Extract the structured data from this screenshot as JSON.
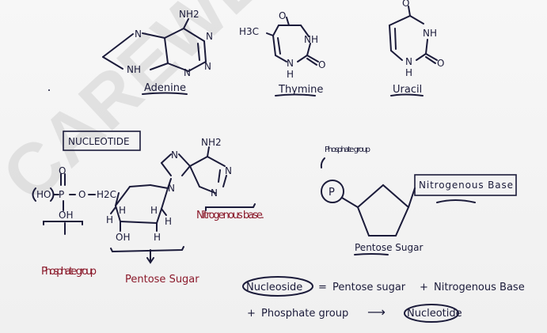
{
  "watermark": "CAREWELL",
  "labels": {
    "adenine": "Adenine",
    "thymine": "Thymine",
    "uracil": "Uracil",
    "nucleotide_box": "NUCLEOTIDE",
    "phosphate_group": "Phosphate group",
    "pentose_sugar": "Pentose Sugar",
    "nitrogenous_base": "Nitrogenous base.",
    "diagram_phosphate_group": "Phosphate group",
    "diagram_p": "P",
    "diagram_nitrogenous_base": "Nitrogenous Base",
    "diagram_pentose_sugar": "Pentose Sugar"
  },
  "atoms": {
    "nh2": "NH2",
    "n": "N",
    "nh": "NH",
    "h": "H",
    "o": "O",
    "h3c": "H3C",
    "ho": "HO",
    "p": "P",
    "oh": "OH",
    "h2c": "H2C"
  },
  "equation": {
    "nucleoside": "Nucleoside",
    "eq": "=",
    "pentose_sugar": "Pentose sugar",
    "plus": "+",
    "nitrogenous_base": "Nitrogenous Base",
    "plus2": "+",
    "phosphate_group": "Phosphate group",
    "arrow": "⟶",
    "nucleotide": "Nucleotide"
  },
  "colors": {
    "ink": "#1b1b3a",
    "maroon": "#8b1a2b",
    "watermark": "#c8c8c8"
  }
}
